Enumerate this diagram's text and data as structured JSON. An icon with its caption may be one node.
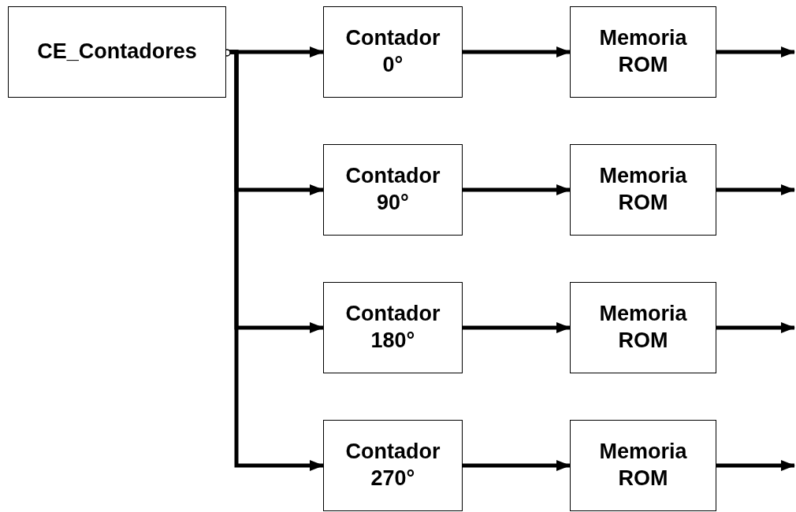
{
  "diagram": {
    "nodes": [
      {
        "text": [
          "CE_Contadores"
        ]
      },
      {
        "text": [
          "Contador 0°"
        ]
      },
      {
        "text": [
          "Memoria ROM"
        ]
      },
      {
        "text": [
          "Contador 90°"
        ]
      },
      {
        "text": [
          "Memoria ROM"
        ]
      },
      {
        "text": [
          "Contador 180°"
        ]
      },
      {
        "text": [
          "Memoria ROM"
        ]
      },
      {
        "text": [
          "Contador 270°"
        ]
      },
      {
        "text": [
          "Memoria ROM"
        ]
      }
    ],
    "edges": [
      {
        "from": 0,
        "to": 1,
        "arrow": "to"
      },
      {
        "from": 0,
        "to": 3,
        "arrow": "to"
      },
      {
        "from": 0,
        "to": 5,
        "arrow": "to"
      },
      {
        "from": 0,
        "to": 7,
        "arrow": "to"
      },
      {
        "from": 1,
        "to": 2,
        "arrow": "to"
      },
      {
        "from": 3,
        "to": 4,
        "arrow": "to"
      },
      {
        "from": 5,
        "to": 6,
        "arrow": "to"
      },
      {
        "from": 7,
        "to": 8,
        "arrow": "to"
      },
      {
        "from": 2,
        "to": null,
        "arrow": "to"
      },
      {
        "from": 4,
        "to": null,
        "arrow": "to"
      },
      {
        "from": 6,
        "to": null,
        "arrow": "to"
      },
      {
        "from": 8,
        "to": null,
        "arrow": "to"
      }
    ]
  }
}
